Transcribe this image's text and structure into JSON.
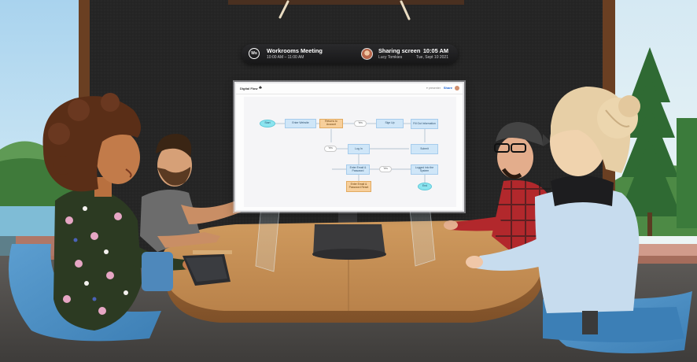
{
  "meeting": {
    "title": "Workrooms Meeting",
    "time_range": "10:00 AM – 11:00 AM",
    "sharing_label": "Sharing screen",
    "presenter": "Lucy Tomkies",
    "clock": "10:05 AM",
    "date": "Tue, Sept 10 2021",
    "icon_text": "Ws",
    "accent": "#1b63d6"
  },
  "screen": {
    "app_title": "Digital Flow",
    "menu_text": "▾ presenter",
    "share_label": "Share"
  },
  "flow_nodes": [
    "Start",
    "Enter Website",
    "Returns to Account",
    "Yes",
    "Sign Up",
    "Fill Out Information",
    "Yes",
    "Log In",
    "Submit",
    "Enter Email & Password",
    "Yes",
    "Logged into the System",
    "Enter Email & Password Reset",
    "End"
  ]
}
